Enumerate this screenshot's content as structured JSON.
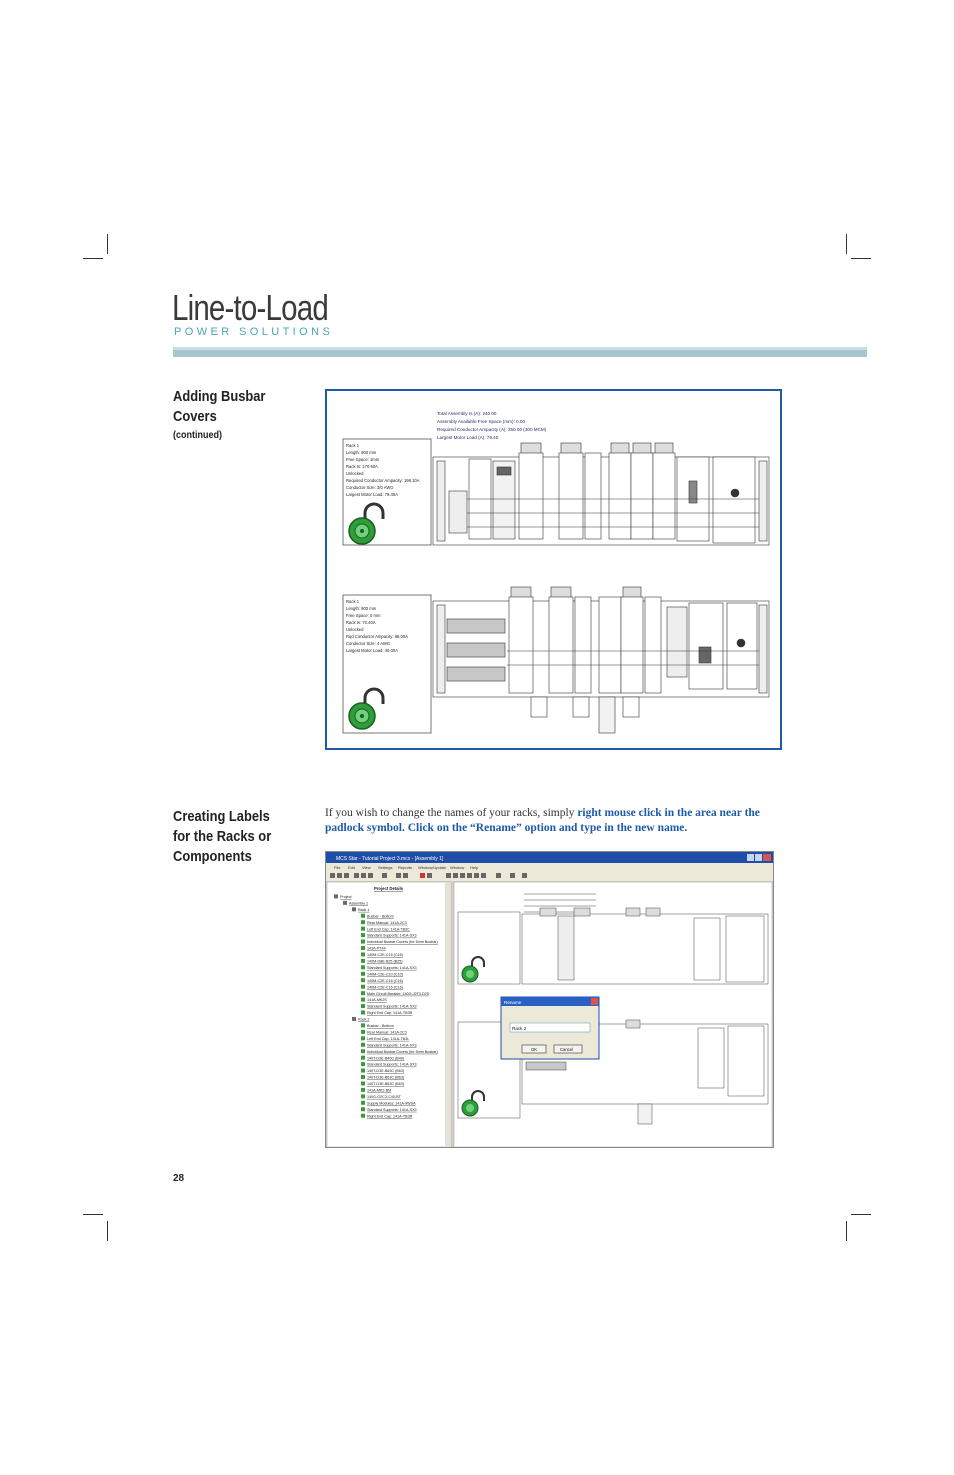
{
  "header": {
    "logo_main": "Line-to-Load",
    "logo_sub": "POWER SOLUTIONS"
  },
  "section1": {
    "title_line1": "Adding Busbar",
    "title_line2": "Covers",
    "note": "(continued)",
    "figure": {
      "top_info": [
        "Total Assembly Is (A): 240.00",
        "Assembly Available Free Space (mm): 0.00",
        "Required Conductor Ampacity (A): 250.00 (300 MCM)",
        "Largest Motor Load (A): 79.40"
      ],
      "rack1_info": [
        "Rack 1",
        "Length: 900 mm",
        "Free Space: 1mm",
        "Rack Is: 170.50A",
        "Unlocked",
        "Required Conductor Ampacity: 198.10A",
        "Conductor Size: 3/0 AWG",
        "Largest Motor Load: 79.40A"
      ],
      "rack2_info": [
        "Rack 1",
        "Length: 900 mm",
        "Free Space: 0 mm",
        "Rack Is: 70.40A",
        "Unlocked",
        "Rqd Conductor Ampacity: 88.00A",
        "Conductor Size: 4 AWG",
        "Largest Motor Load: 40.00A"
      ]
    }
  },
  "section2": {
    "title_line1": "Creating Labels",
    "title_line2": "for the Racks or",
    "title_line3": "Components",
    "body_plain": "If you wish to change the names of your racks, simply ",
    "body_emphasis": "right mouse click in the area near the padlock symbol. Click on the “Rename” option and type in the new name.",
    "screenshot": {
      "window_title": "MCS Star - Tutorial Project 3.mcs - [Assembly 1]",
      "menu": [
        "File",
        "Edit",
        "View",
        "Settings",
        "Reports",
        "Window/Update",
        "Window",
        "Help"
      ],
      "tree_header": "Project Details",
      "tree": [
        "Project",
        "Assembly 1",
        "Rack 1",
        "Busbar - Bottom",
        "Rear Manual: 141A-2C3",
        "Left End Cap: 141A-TB3C",
        "Standard Supports: 141A-SX3",
        "Individual Busbar Covers (for 5mm Busbar)",
        "141A-PT44",
        "140M-C2E-C16 (C16)",
        "140M-D8E-B25 (B25)",
        "Standard Supports: 141A-SX3",
        "140M-C2E-C10 (C10)",
        "140M-C2E-C16 (C16)",
        "140M-C2E-C16 (C16)",
        "Main Circuit Breaker: 140G-J2F3-D25",
        "141A-MK2S",
        "Standard Supports: 141A-SX3",
        "Right End Cap: 141A-TB3R",
        "Rack 2",
        "Busbar - Bottom",
        "Rear Manual: 141A-2C3",
        "Left End Cap: 141A-TB3L",
        "Standard Supports: 141A-SX3",
        "Individual Busbar Covers (for 5mm Busbar)",
        "140T-D3E-B40C (B40)",
        "Standard Supports: 141A-SX3",
        "140T-D3E-B63C (B63)",
        "140T-D3E-B63C (B63)",
        "140T-D3E-B63C (B63)",
        "141A-MK2-BM",
        "140G-G2C3-C40-BT",
        "Supply Modules: 141A-9WSA",
        "Standard Supports: 141A-SX3",
        "Right End Cap: 141A-TB3R"
      ],
      "dialog": {
        "title": "Rename",
        "input_value": "Rack 2",
        "ok": "OK",
        "cancel": "Cancel"
      }
    }
  },
  "footer": {
    "page_number": "28"
  }
}
